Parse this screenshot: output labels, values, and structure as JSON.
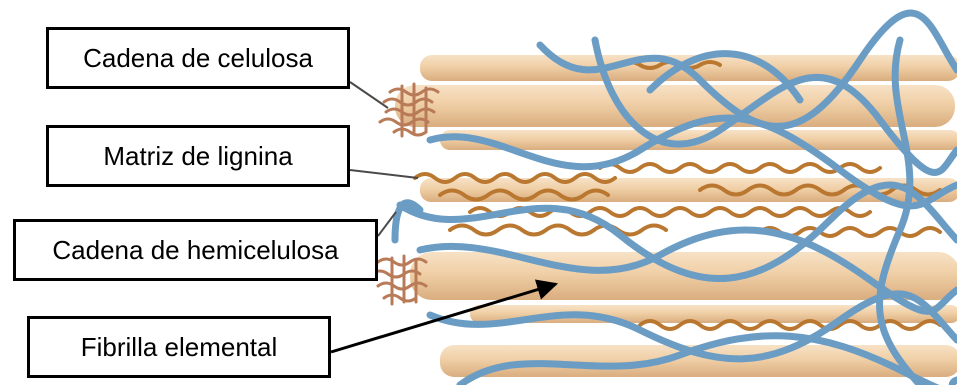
{
  "labels": {
    "cellulose_chain": "Cadena de celulosa",
    "lignin_matrix": "Matriz de lignina",
    "hemicellulose_chain": "Cadena de hemicelulosa",
    "elementary_fibril": "Fibrilla elemental"
  },
  "colors": {
    "cellulose_fibril": "#f0cfa6",
    "cellulose_fibril_dark": "#d6a978",
    "hemicellulose": "#6b9cc4",
    "lignin": "#b9772f",
    "label_border": "#000000",
    "arrow": "#000000"
  }
}
